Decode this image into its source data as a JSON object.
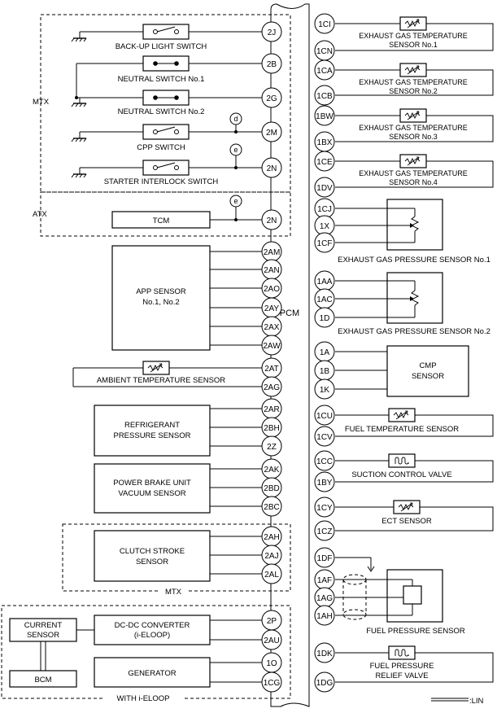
{
  "pcm_label": "PCM",
  "legend_label": ":LIN",
  "groups": {
    "mtx_top": "MTX",
    "atx": "ATX",
    "mtx_clutch": "MTX",
    "eloop": "WITH i-ELOOP"
  },
  "junctions": {
    "d": "d",
    "e": "e"
  },
  "left": {
    "backup_light": {
      "label": "BACK-UP LIGHT SWITCH",
      "pin": "2J"
    },
    "neutral1": {
      "label": "NEUTRAL SWITCH No.1",
      "pin": "2B"
    },
    "neutral2": {
      "label": "NEUTRAL SWITCH No.2",
      "pin": "2G"
    },
    "cpp": {
      "label": "CPP SWITCH",
      "pin": "2M"
    },
    "starter_interlock": {
      "label": "STARTER INTERLOCK SWITCH",
      "pin": "2N"
    },
    "tcm": {
      "label": "TCM",
      "pin": "2N"
    },
    "app_sensor": {
      "label_line1": "APP SENSOR",
      "label_line2": "No.1, No.2",
      "pins": [
        "2AM",
        "2AN",
        "2AO",
        "2AY",
        "2AX",
        "2AW"
      ]
    },
    "ambient": {
      "label": "AMBIENT TEMPERATURE SENSOR",
      "pins": [
        "2AT",
        "2AG"
      ]
    },
    "refrigerant": {
      "label_line1": "REFRIGERANT",
      "label_line2": "PRESSURE SENSOR",
      "pins": [
        "2AR",
        "2BH",
        "2Z"
      ]
    },
    "brake_vacuum": {
      "label_line1": "POWER BRAKE UNIT",
      "label_line2": "VACUUM SENSOR",
      "pins": [
        "2AK",
        "2BD",
        "2BC"
      ]
    },
    "clutch_stroke": {
      "label_line1": "CLUTCH STROKE",
      "label_line2": "SENSOR",
      "pins": [
        "2AH",
        "2AJ",
        "2AL"
      ]
    },
    "dcdc": {
      "label_line1": "DC-DC CONVERTER",
      "label_line2": "(i-ELOOP)",
      "pins": [
        "2P",
        "2AU"
      ]
    },
    "generator": {
      "label": "GENERATOR",
      "pins": [
        "1O",
        "1CG"
      ]
    },
    "current_sensor": {
      "label_line1": "CURRENT",
      "label_line2": "SENSOR"
    },
    "bcm": {
      "label": "BCM"
    }
  },
  "right": {
    "egt1": {
      "label_line1": "EXHAUST GAS TEMPERATURE",
      "label_line2": "SENSOR No.1",
      "pins": [
        "1CI",
        "1CN"
      ]
    },
    "egt2": {
      "label_line1": "EXHAUST GAS TEMPERATURE",
      "label_line2": "SENSOR No.2",
      "pins": [
        "1CA",
        "1CB"
      ]
    },
    "egt3": {
      "label_line1": "EXHAUST GAS TEMPERATURE",
      "label_line2": "SENSOR No.3",
      "pins": [
        "1BW",
        "1BX"
      ]
    },
    "egt4": {
      "label_line1": "EXHAUST GAS TEMPERATURE",
      "label_line2": "SENSOR No.4",
      "pins": [
        "1CE",
        "1DV"
      ]
    },
    "egp1": {
      "label": "EXHAUST GAS PRESSURE SENSOR No.1",
      "pins": [
        "1CJ",
        "1X",
        "1CF"
      ]
    },
    "egp2": {
      "label": "EXHAUST GAS PRESSURE SENSOR No.2",
      "pins": [
        "1AA",
        "1AC",
        "1D"
      ]
    },
    "cmp": {
      "label_line1": "CMP",
      "label_line2": "SENSOR",
      "pins": [
        "1A",
        "1B",
        "1K"
      ]
    },
    "fuel_temp": {
      "label": "FUEL TEMPERATURE SENSOR",
      "pins": [
        "1CU",
        "1CV"
      ]
    },
    "scv": {
      "label": "SUCTION CONTROL VALVE",
      "pins": [
        "1CC",
        "1BY"
      ]
    },
    "ect": {
      "label": "ECT SENSOR",
      "pins": [
        "1CY",
        "1CZ"
      ]
    },
    "fuel_pressure": {
      "label": "FUEL PRESSURE SENSOR",
      "pins": [
        "1DF",
        "1AF",
        "1AG",
        "1AH"
      ]
    },
    "relief_valve": {
      "label_line1": "FUEL PRESSURE",
      "label_line2": "RELIEF VALVE",
      "pins": [
        "1DK",
        "1DG"
      ]
    }
  }
}
